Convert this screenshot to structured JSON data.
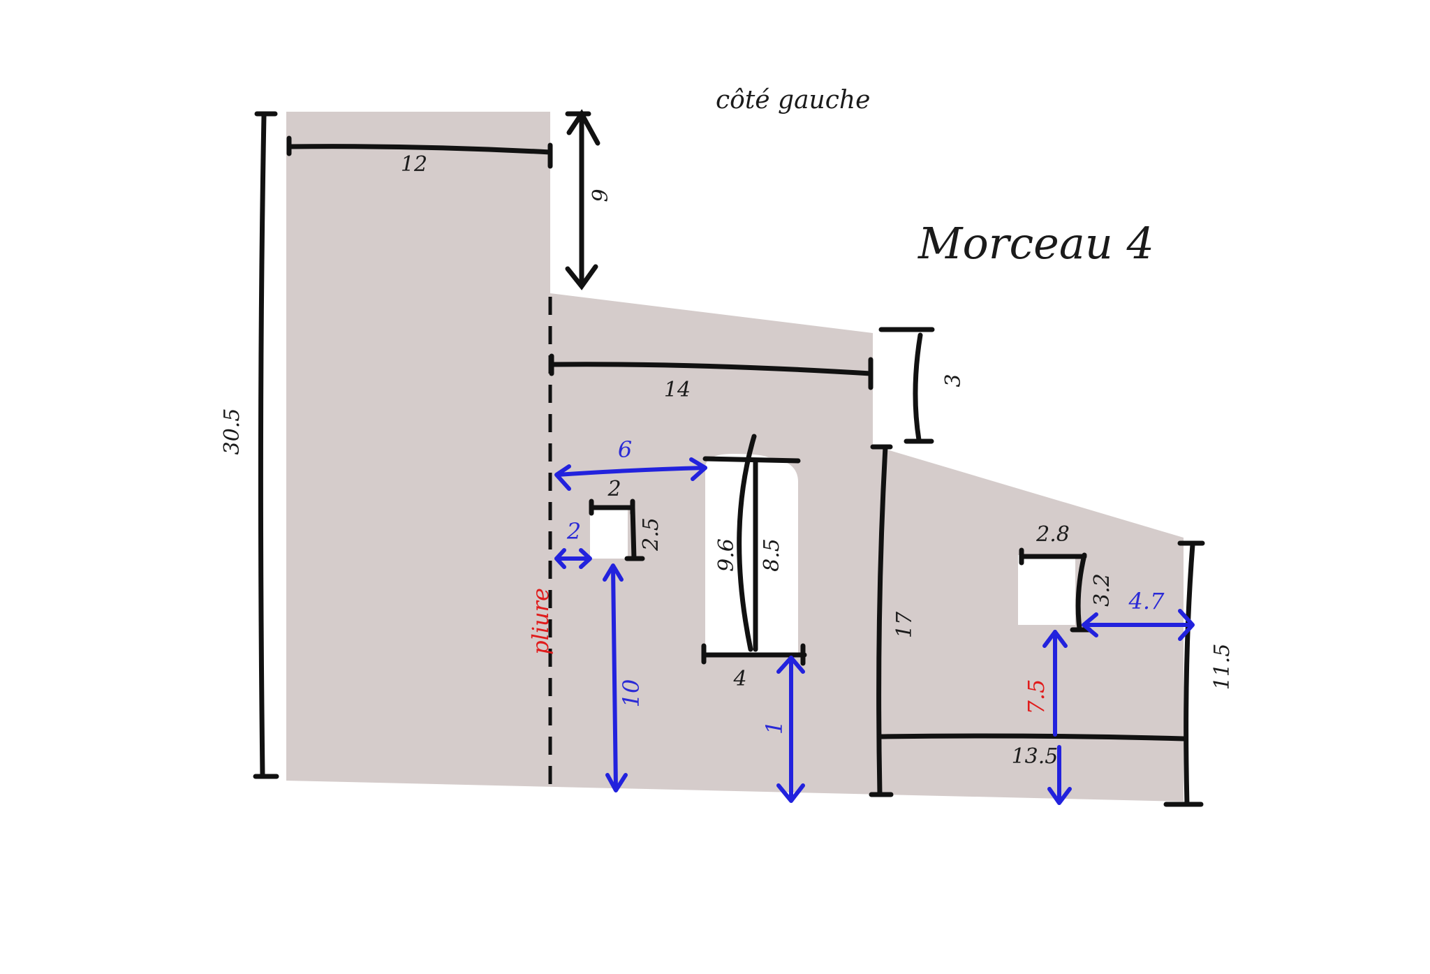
{
  "title": "Morceau 4",
  "subtitle": "côté gauche",
  "fold_label": "pliure",
  "colors": {
    "panel": "#d5cccb",
    "black_dims": "#111111",
    "blue_dims": "#2222dd",
    "red_dims": "#e01b1b",
    "openings": "#ffffff"
  },
  "dimensions": {
    "total_height": "30.5",
    "tower_width": "12",
    "tower_drop": "9",
    "middle_width": "14",
    "step_drop": "3",
    "right_height": "17",
    "right_width": "13.5",
    "right_edge_height": "11.5"
  },
  "openings": {
    "small_window": {
      "width": "2",
      "height": "2.5",
      "from_fold": "2",
      "from_bottom": "10"
    },
    "door": {
      "width": "4",
      "height_left": "9.6",
      "height_right": "8.5",
      "from_fold": "6",
      "from_bottom": "1"
    },
    "right_window": {
      "width": "2.8",
      "height": "3.2",
      "from_right_edge": "4.7",
      "from_bottom": "7.5"
    }
  }
}
